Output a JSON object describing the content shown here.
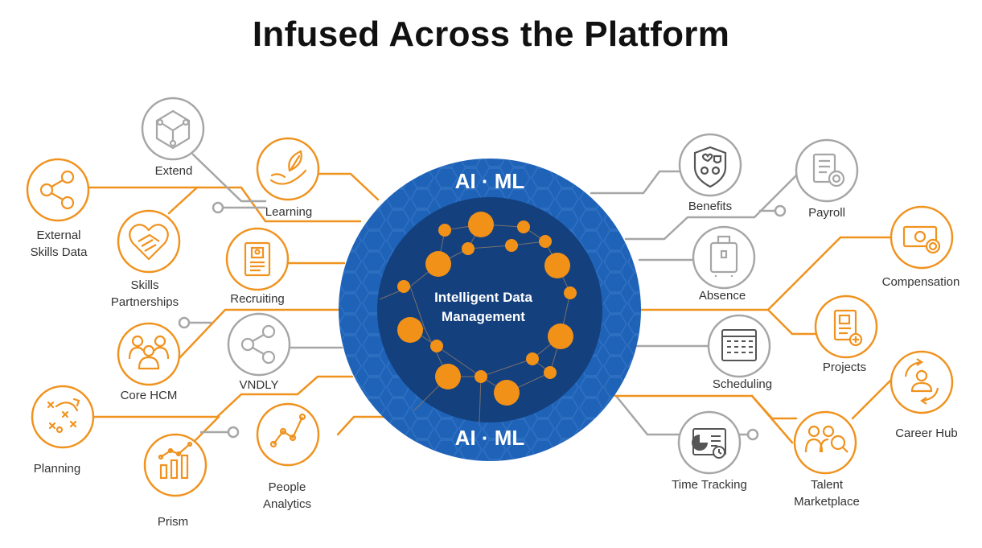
{
  "title": "Infused Across the Platform",
  "center": {
    "ring_top": "AI · ML",
    "ring_bottom": "AI · ML",
    "core_line1": "Intelligent Data",
    "core_line2": "Management"
  },
  "nodes": {
    "extend": "Extend",
    "learning": "Learning",
    "external_skills": [
      "External",
      "Skills Data"
    ],
    "skills_partnerships": [
      "Skills",
      "Partnerships"
    ],
    "recruiting": "Recruiting",
    "core_hcm": "Core HCM",
    "vndly": "VNDLY",
    "planning": "Planning",
    "prism": "Prism",
    "people_analytics": [
      "People",
      "Analytics"
    ],
    "benefits": "Benefits",
    "payroll": "Payroll",
    "absence": "Absence",
    "compensation": "Compensation",
    "projects": "Projects",
    "scheduling": "Scheduling",
    "career_hub": "Career Hub",
    "time_tracking": "Time Tracking",
    "talent_marketplace": [
      "Talent",
      "Marketplace"
    ]
  },
  "colors": {
    "orange": "#F0921E",
    "gray": "#A6A6A6",
    "blue_outer": "#1F63B8",
    "blue_inner": "#14407E",
    "node_orange": "#F29118",
    "title": "#111111"
  }
}
